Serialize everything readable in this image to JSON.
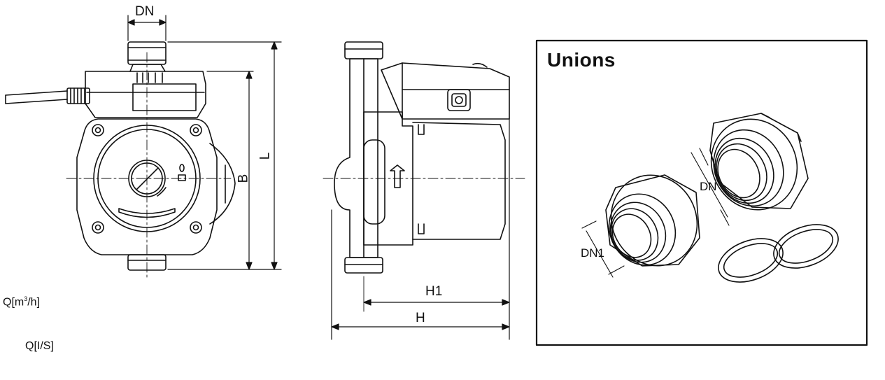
{
  "labels": {
    "dn_top": "DN",
    "B": "B",
    "L": "L",
    "H1": "H1",
    "H": "H",
    "unions_title": "Unions",
    "union_dn": "DN",
    "union_dn1": "DN1",
    "q_m3h_prefix": "Q[m",
    "q_m3h_sup": "3",
    "q_m3h_suffix": "/h]",
    "q_ls": "Q[I/S]"
  }
}
